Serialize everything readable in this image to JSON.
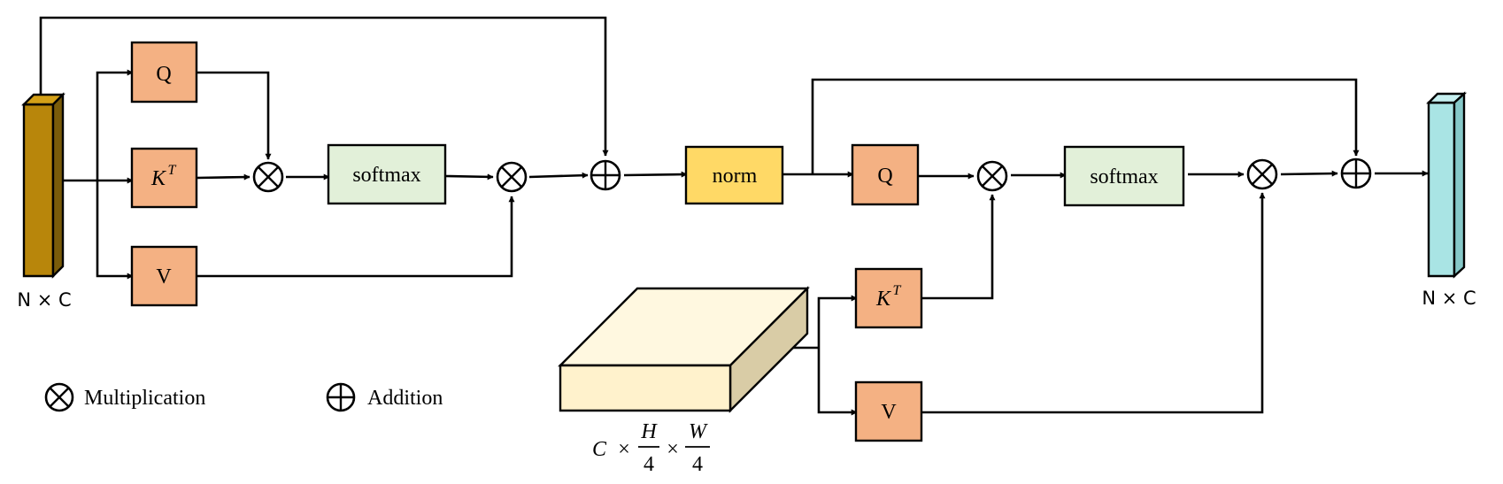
{
  "labels": {
    "q": "Q",
    "k": "K",
    "k_sup": "T",
    "v": "V",
    "softmax": "softmax",
    "norm": "norm",
    "input_dims": "N × C",
    "output_dims": "N × C",
    "feature_c": "C",
    "times": "×",
    "frac_h_num": "H",
    "frac_h_den": "4",
    "frac_w_num": "W",
    "frac_w_den": "4"
  },
  "legend": {
    "multiplication": "Multiplication",
    "addition": "Addition"
  },
  "colors": {
    "qkv_fill": "#F4B183",
    "softmax_fill": "#E2F0D9",
    "norm_fill": "#FFD966",
    "input_front": "#B8860B",
    "input_side": "#7A5C0A",
    "input_top": "#D4A017",
    "output_front": "#A9E4E4",
    "output_side": "#86C9C9",
    "output_top": "#C6F0F0",
    "feature_front": "#FFF2CC",
    "feature_top": "#FFF8E0",
    "feature_side": "#D9CCA6"
  },
  "icons": {
    "multiply": "circle-times-icon",
    "add": "circle-plus-icon"
  }
}
